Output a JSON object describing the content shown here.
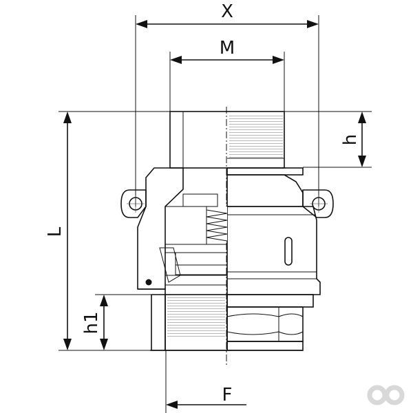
{
  "diagram": {
    "dimensions": {
      "x": "X",
      "m": "M",
      "h": "h",
      "l": "L",
      "h1": "h1",
      "f": "F"
    },
    "logo": "brand-logo"
  }
}
